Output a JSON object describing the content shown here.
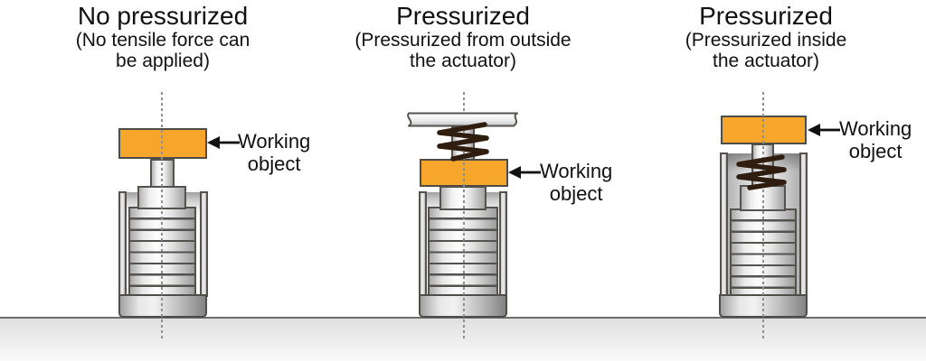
{
  "panels": [
    {
      "title": "No pressurized",
      "subtitle_line1": "(No tensile force can",
      "subtitle_line2": "be applied)",
      "label_line1": "Working",
      "label_line2": "object"
    },
    {
      "title": "Pressurized",
      "subtitle_line1": "(Pressurized from outside",
      "subtitle_line2": "the actuator)",
      "label_line1": "Working",
      "label_line2": "object"
    },
    {
      "title": "Pressurized",
      "subtitle_line1": "(Pressurized inside",
      "subtitle_line2": "the actuator)",
      "label_line1": "Working",
      "label_line2": "object"
    }
  ],
  "colors": {
    "working_object": "#F5A62B",
    "outline": "#55524E",
    "spring": "#2F1D10",
    "centerline": "#8F8F8F",
    "ground_line": "#6F6C69",
    "metal_light": "#FFFFFF",
    "metal_dark": "#A3A3A3",
    "text": "#111111"
  }
}
